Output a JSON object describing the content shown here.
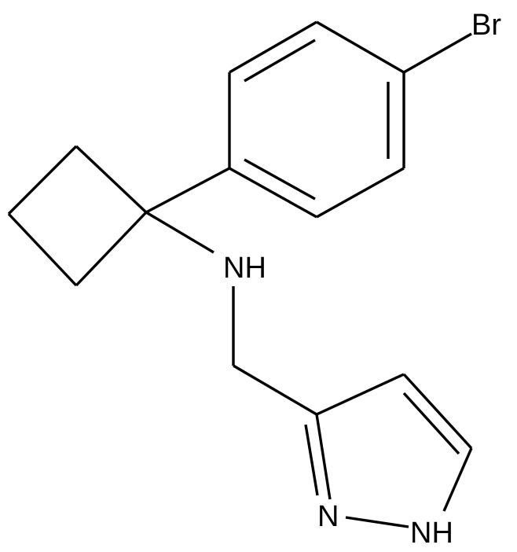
{
  "labels": {
    "bromine": "Br",
    "amine_nh": "NH",
    "pyrazole_n": "N",
    "pyrazole_nh": "NH"
  }
}
